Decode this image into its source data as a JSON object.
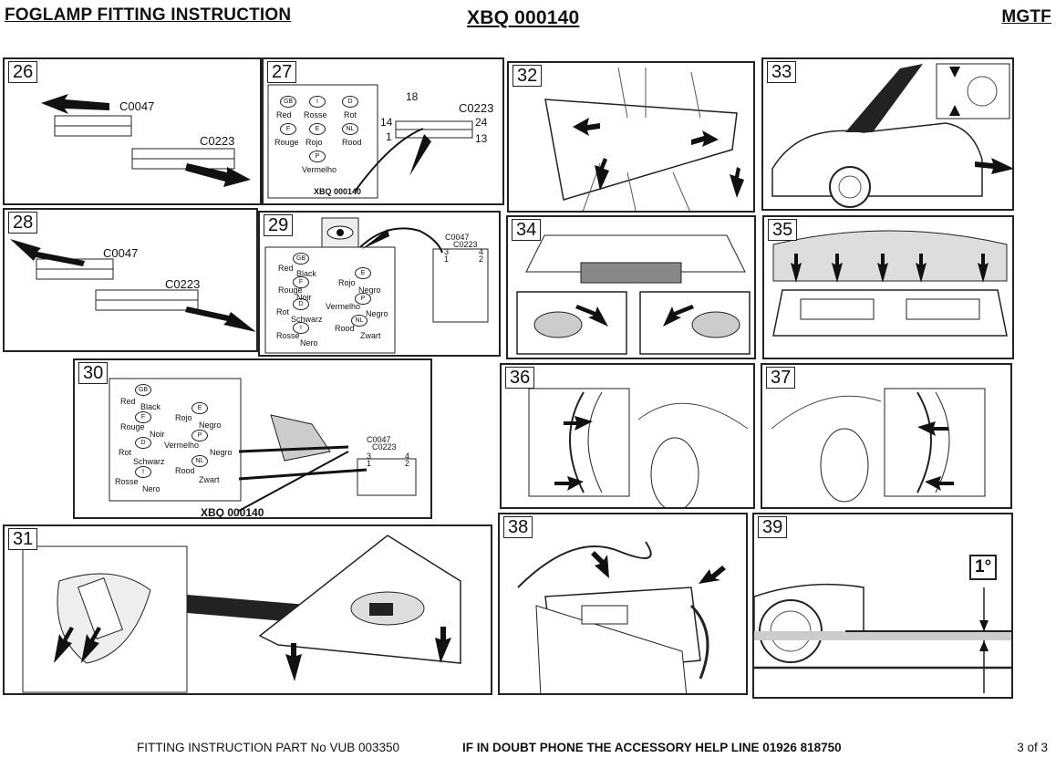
{
  "header": {
    "title": "FOGLAMP FITTING INSTRUCTION",
    "part": "XBQ 000140",
    "model": "MGTF"
  },
  "footer": {
    "left": "FITTING INSTRUCTION PART No VUB 003350",
    "center": "IF IN DOUBT PHONE THE ACCESSORY HELP LINE 01926 818750",
    "page": "3 of 3"
  },
  "panels": {
    "p26": {
      "num": "26",
      "c1": "C0047",
      "c2": "C0223"
    },
    "p27": {
      "num": "27",
      "n18": "18",
      "c": "C0223",
      "n14": "14",
      "n24": "24",
      "n1": "1",
      "n13": "13",
      "code": "XBQ 000140",
      "langs": [
        {
          "code": "GB",
          "word": "Red"
        },
        {
          "code": "I",
          "word": "Rosse"
        },
        {
          "code": "D",
          "word": "Rot"
        },
        {
          "code": "F",
          "word": "Rouge"
        },
        {
          "code": "E",
          "word": "Rojo"
        },
        {
          "code": "NL",
          "word": "Rood"
        },
        {
          "code": "P",
          "word": "Vermelho"
        }
      ]
    },
    "p28": {
      "num": "28",
      "c1": "C0047",
      "c2": "C0223"
    },
    "p29": {
      "num": "29",
      "c1": "C0047",
      "c2": "C0223",
      "n3": "3",
      "n1": "1",
      "n4": "4",
      "n2": "2",
      "legend": [
        {
          "code": "GB",
          "a": "Red",
          "b": "Black"
        },
        {
          "code": "E",
          "a": "Rojo",
          "b": "Negro"
        },
        {
          "code": "F",
          "a": "Rouge",
          "b": "Noir"
        },
        {
          "code": "P",
          "a": "Vermelho",
          "b": "Negro"
        },
        {
          "code": "D",
          "a": "Rot",
          "b": "Schwarz"
        },
        {
          "code": "NL",
          "a": "Rood",
          "b": "Zwart"
        },
        {
          "code": "I",
          "a": "Rosse",
          "b": "Nero"
        }
      ]
    },
    "p30": {
      "num": "30",
      "c1": "C0047",
      "c2": "C0223",
      "n3": "3",
      "n1": "1",
      "n4": "4",
      "n2": "2",
      "code": "XBQ 000140",
      "legend": [
        {
          "code": "GB",
          "a": "Red",
          "b": "Black"
        },
        {
          "code": "E",
          "a": "Rojo",
          "b": "Negro"
        },
        {
          "code": "F",
          "a": "Rouge",
          "b": "Noir"
        },
        {
          "code": "P",
          "a": "Vermelho",
          "b": "Negro"
        },
        {
          "code": "D",
          "a": "Rot",
          "b": "Schwarz"
        },
        {
          "code": "NL",
          "a": "Rood",
          "b": "Zwart"
        },
        {
          "code": "I",
          "a": "Rosse",
          "b": "Nero"
        }
      ]
    },
    "p31": {
      "num": "31"
    },
    "p32": {
      "num": "32"
    },
    "p33": {
      "num": "33"
    },
    "p34": {
      "num": "34"
    },
    "p35": {
      "num": "35"
    },
    "p36": {
      "num": "36"
    },
    "p37": {
      "num": "37"
    },
    "p38": {
      "num": "38"
    },
    "p39": {
      "num": "39",
      "angle": "1°"
    }
  }
}
